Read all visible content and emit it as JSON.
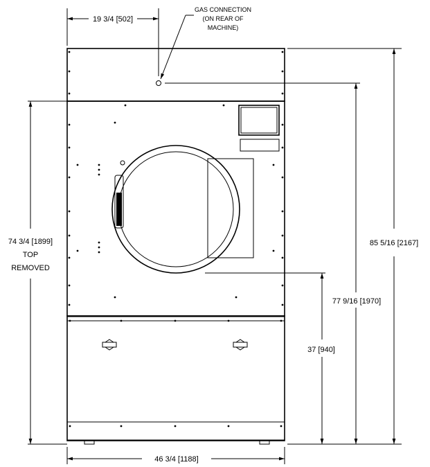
{
  "drawing": {
    "gas_connection": [
      "GAS CONNECTION",
      "(ON REAR OF",
      "MACHINE)"
    ],
    "dim_gas_offset": "19 3/4 [502]",
    "dim_width": "46 3/4 [1188]",
    "dim_height_top_removed": [
      "74 3/4 [1899]",
      "TOP",
      "REMOVED"
    ],
    "dim_overall_height": "85 5/16 [2167]",
    "dim_gas_height": "77 9/16 [1970]",
    "dim_door_center_height": "37 [940]"
  }
}
